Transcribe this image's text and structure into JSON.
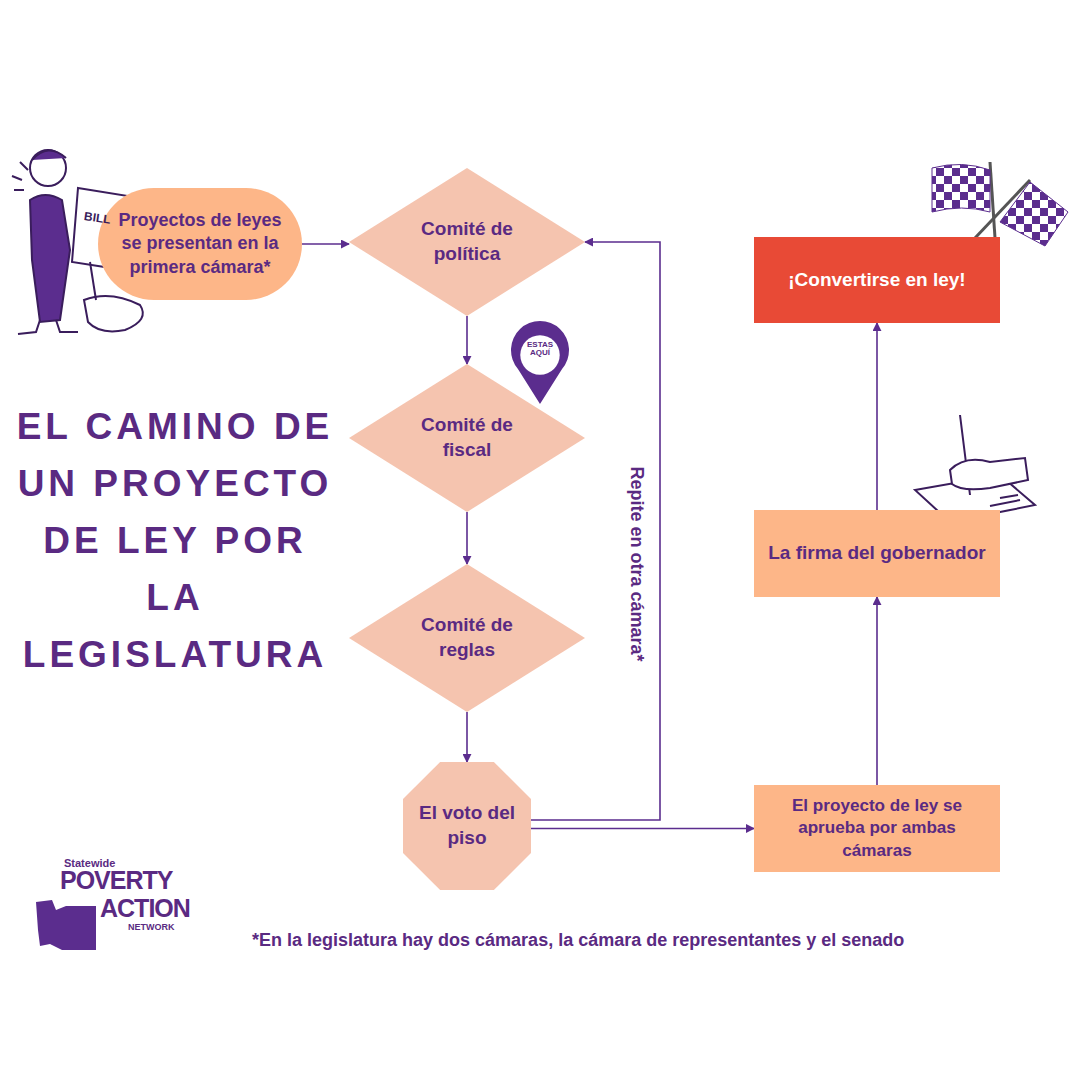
{
  "diagram": {
    "title": "EL CAMINO DE UN PROYECTO DE LEY POR LA LEGISLATURA",
    "caption": "*En la legislatura hay dos cámaras, la cámara de representantes y el senado",
    "nodes": [
      {
        "text": [
          "Proyectos de leyes se presentan en la primera cámara*"
        ]
      },
      {
        "text": [
          "Comité de política"
        ]
      },
      {
        "text": [
          "Comité de fiscal"
        ]
      },
      {
        "text": [
          "ESTAS AQUÍ"
        ]
      },
      {
        "text": [
          "Comité de reglas"
        ]
      },
      {
        "text": [
          "El voto del piso"
        ]
      },
      {
        "text": [
          "El proyecto de ley se aprueba por ambas cámaras"
        ]
      },
      {
        "text": [
          "La firma del gobernador"
        ]
      },
      {
        "text": [
          "¡Convertirse en ley!"
        ]
      }
    ],
    "edges": [
      {
        "from": 0,
        "to": 1,
        "arrow": "to"
      },
      {
        "from": 1,
        "to": 2,
        "arrow": "to"
      },
      {
        "from": 2,
        "to": 4,
        "arrow": "to"
      },
      {
        "from": 4,
        "to": 5,
        "arrow": "to"
      },
      {
        "from": 5,
        "to": 1,
        "label": "Repite en otra cámara*",
        "arrow": "to"
      },
      {
        "from": 5,
        "to": 6,
        "arrow": "to"
      },
      {
        "from": 6,
        "to": 7,
        "arrow": "to"
      },
      {
        "from": 7,
        "to": 8,
        "arrow": "to"
      }
    ],
    "labels": [
      "BILL",
      "Statewide",
      "POVERTY",
      "ACTION",
      "NETWORK"
    ]
  }
}
